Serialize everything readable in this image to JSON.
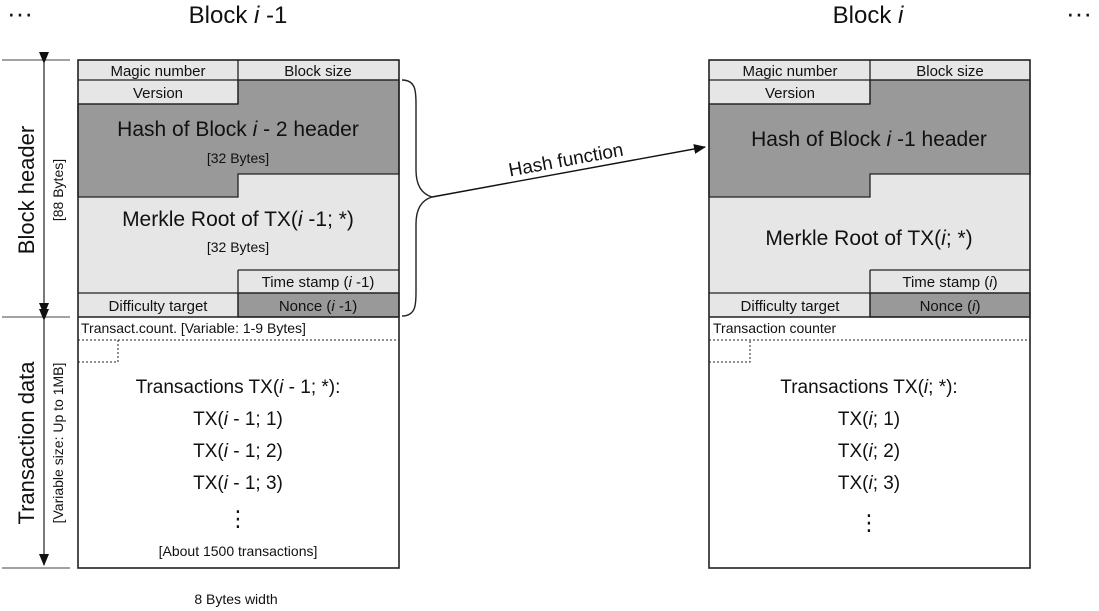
{
  "ellipsis": "···",
  "block_left": {
    "title_prefix": "Block ",
    "title_italic": "i",
    "title_suffix": " -1",
    "magic_number": "Magic number",
    "block_size": "Block size",
    "version": "Version",
    "prev_hash_prefix": "Hash of Block ",
    "prev_hash_italic": "i",
    "prev_hash_suffix": " - 2 header",
    "prev_hash_size": "[32 Bytes]",
    "merkle_prefix": "Merkle Root of TX(",
    "merkle_italic": "i",
    "merkle_suffix": " -1; *)",
    "merkle_size": "[32 Bytes]",
    "timestamp_prefix": "Time stamp (",
    "timestamp_italic": "i",
    "timestamp_suffix": " -1)",
    "difficulty": "Difficulty target",
    "nonce_prefix": "Nonce (",
    "nonce_italic": "i",
    "nonce_suffix": " -1)",
    "tx_counter": "Transact.count. [Variable: 1-9 Bytes]",
    "tx_title_prefix": "Transactions TX(",
    "tx_title_italic": "i",
    "tx_title_suffix": " - 1; *):",
    "tx_items": [
      {
        "prefix": "TX(",
        "italic": "i",
        "suffix": " - 1; 1)"
      },
      {
        "prefix": "TX(",
        "italic": "i",
        "suffix": " - 1; 2)"
      },
      {
        "prefix": "TX(",
        "italic": "i",
        "suffix": " - 1; 3)"
      }
    ],
    "tx_ellipsis": "⋮",
    "tx_note": "[About 1500 transactions]"
  },
  "block_right": {
    "title_prefix": "Block ",
    "title_italic": "i",
    "magic_number": "Magic number",
    "block_size": "Block size",
    "version": "Version",
    "prev_hash_prefix": "Hash of Block ",
    "prev_hash_italic": "i",
    "prev_hash_suffix": " -1 header",
    "merkle_prefix": "Merkle Root of TX(",
    "merkle_italic": "i",
    "merkle_suffix": "; *)",
    "timestamp_prefix": "Time stamp (",
    "timestamp_italic": "i",
    "timestamp_suffix": ")",
    "difficulty": "Difficulty target",
    "nonce_prefix": "Nonce (",
    "nonce_italic": "i",
    "nonce_suffix": ")",
    "tx_counter": "Transaction counter",
    "tx_title_prefix": "Transactions TX(",
    "tx_title_italic": "i",
    "tx_title_suffix": "; *):",
    "tx_items": [
      {
        "prefix": "TX(",
        "italic": "i",
        "suffix": "; 1)"
      },
      {
        "prefix": "TX(",
        "italic": "i",
        "suffix": "; 2)"
      },
      {
        "prefix": "TX(",
        "italic": "i",
        "suffix": "; 3)"
      }
    ],
    "tx_ellipsis": "⋮"
  },
  "arrow_label": "Hash function",
  "side": {
    "header_label": "Block header",
    "header_size": "[88 Bytes]",
    "data_label": "Transaction data",
    "data_size": "[Variable size: Up to 1MB]"
  },
  "width_label": "8 Bytes width",
  "colors": {
    "dark_fill": "#999999",
    "light_fill": "#e6e6e6",
    "white_fill": "#ffffff",
    "stroke": "#222222"
  }
}
